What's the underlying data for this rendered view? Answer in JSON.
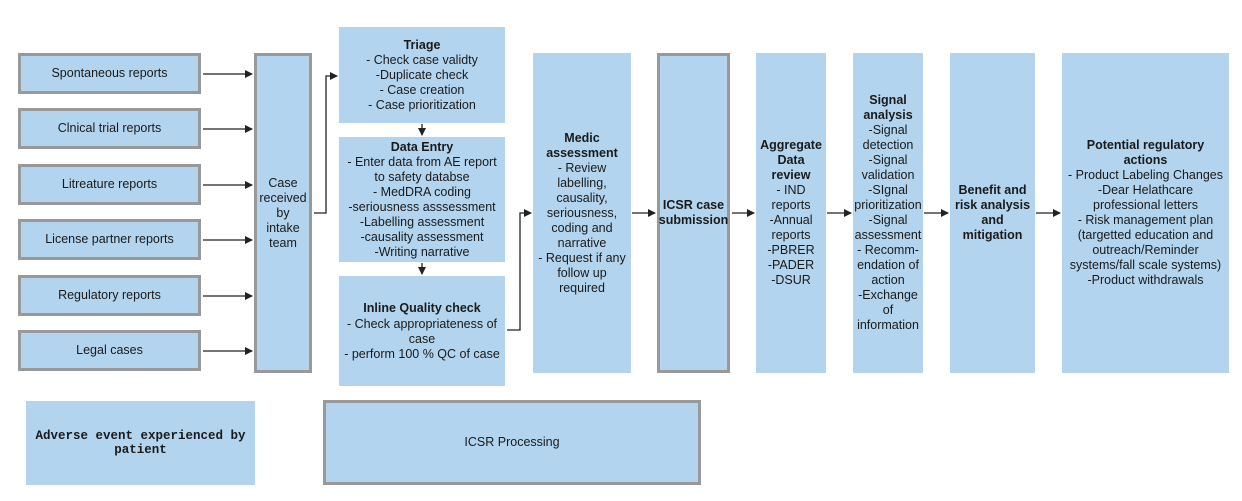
{
  "sources": [
    {
      "label": "Spontaneous reports"
    },
    {
      "label": "Clnical trial reports"
    },
    {
      "label": "Litreature reports"
    },
    {
      "label": "License partner reports"
    },
    {
      "label": "Regulatory reports"
    },
    {
      "label": "Legal cases"
    }
  ],
  "intake": {
    "lines": [
      "Case",
      "received",
      "by",
      "intake",
      "team"
    ]
  },
  "triage": {
    "title": "Triage",
    "lines": [
      "- Check case validty",
      "-Duplicate check",
      "- Case creation",
      "- Case prioritization"
    ]
  },
  "data_entry": {
    "title": "Data Entry",
    "lines": [
      "- Enter data from AE report",
      "to safety databse",
      "- MedDRA coding",
      "-seriousness asssessment",
      "-Labelling assessment",
      "-causality assessment",
      "-Writing narrative"
    ]
  },
  "quality": {
    "title": "Inline Quality check",
    "lines": [
      "- Check appropriateness of",
      "case",
      "- perform 100 % QC of case"
    ]
  },
  "medic": {
    "title": [
      "Medic",
      "assessment"
    ],
    "lines": [
      "- Review",
      "labelling,",
      "causality,",
      "seriousness,",
      "coding and",
      "narrative",
      "- Request if any",
      "follow up",
      "required"
    ]
  },
  "icsr_submission": {
    "title": [
      "ICSR case",
      "submission"
    ]
  },
  "aggregate": {
    "title": [
      "Aggregate",
      "Data",
      "review"
    ],
    "lines": [
      "- IND",
      "reports",
      "-Annual",
      "reports",
      "-PBRER",
      "-PADER",
      "-DSUR"
    ]
  },
  "signal": {
    "title": [
      "Signal",
      "analysis"
    ],
    "lines": [
      "-Signal",
      "detection",
      "-Signal",
      "validation",
      "-SIgnal",
      "prioritization",
      "-Signal",
      "assessment",
      "- Recomm-",
      "endation of",
      "action",
      "-Exchange",
      "of",
      "information"
    ]
  },
  "benefit": {
    "title": [
      "Benefit and",
      "risk analysis",
      "and",
      "mitigation"
    ]
  },
  "regulatory": {
    "title": [
      "Potential regulatory",
      "actions"
    ],
    "lines": [
      "- Product Labeling Changes",
      "-Dear Helathcare",
      "professional letters",
      "- Risk management plan",
      "(targetted education and",
      "outreach/Reminder",
      "systems/fall scale systems)",
      "-Product withdrawals"
    ]
  },
  "legend": {
    "adverse_event": [
      "Adverse event experienced by",
      "patient"
    ],
    "icsr_processing": "ICSR Processing"
  },
  "colors": {
    "box_fill": "#b3d4ee",
    "border": "#999999",
    "arrow": "#222222"
  }
}
